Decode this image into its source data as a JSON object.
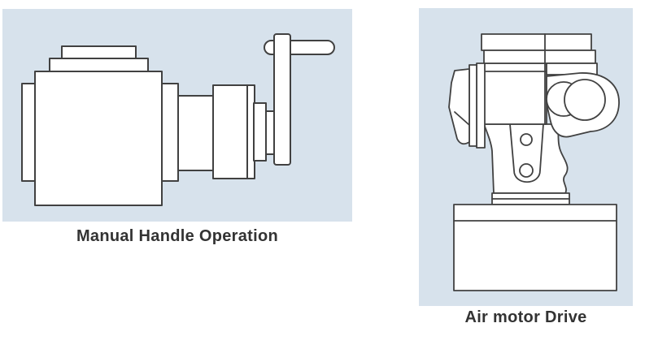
{
  "panels": [
    {
      "id": "manual-handle",
      "caption": "Manual Handle Operation",
      "description": "Side view line drawing of a gearbox body with stepped top, output shaft sections and a vertical hand crank with grip handle"
    },
    {
      "id": "air-motor",
      "caption": "Air motor Drive",
      "description": "Front view line drawing of an air motor unit with round motor housing, bolt-hole bracket, support column and rectangular base block"
    }
  ],
  "colors": {
    "panel_background": "#d7e2ec",
    "line": "#414141",
    "drawing_fill": "#ffffff",
    "caption_text": "#333333",
    "page_background": "#ffffff"
  }
}
